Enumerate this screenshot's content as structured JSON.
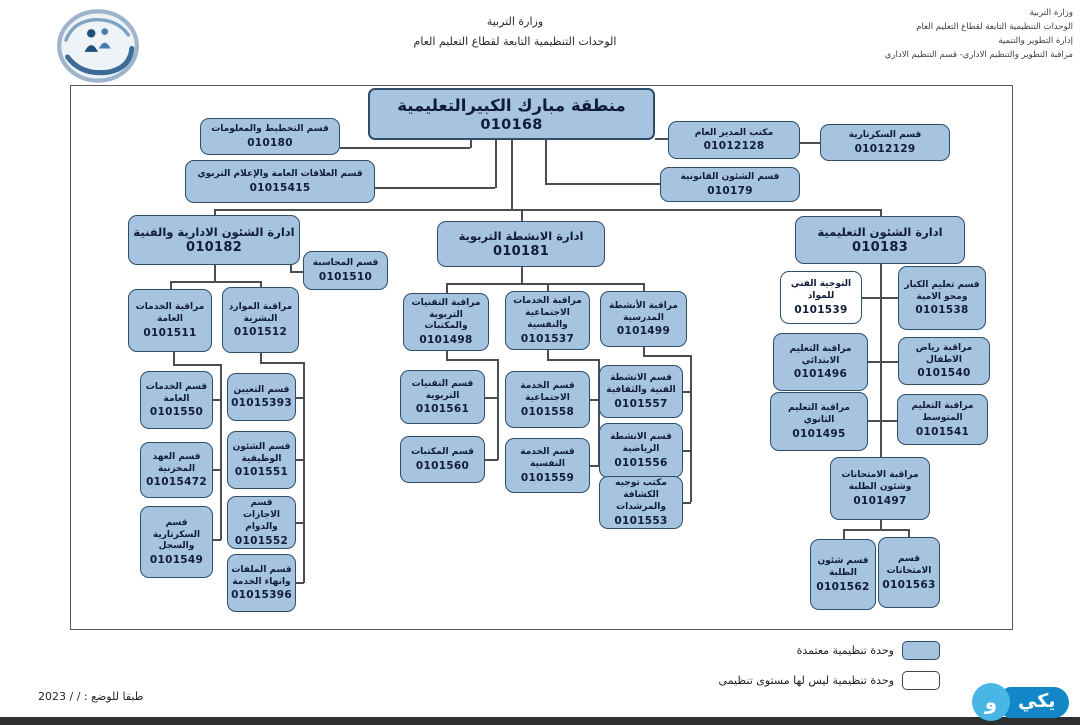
{
  "header": {
    "center": [
      "وزارة التربية",
      "الوحدات التنظيمية التابعة لقطاع التعليم العام"
    ],
    "right": [
      "وزارة التربية",
      "الوحدات التنظيمية التابعة لقطاع التعليم العام",
      "إدارة التطوير والتنمية",
      "مراقبة التطوير والتنظيم الاداري- قسم التنظيم الاداري"
    ]
  },
  "nodes": {
    "root": {
      "label": "منطقة مبارك الكبيرالتعليمية",
      "code": "010168"
    },
    "planning": {
      "label": "قسم التخطيط والمعلومات",
      "code": "010180"
    },
    "relations": {
      "label": "قسم العلاقات العامة والإعلام التربوي",
      "code": "01015415"
    },
    "director": {
      "label": "مكتب المدير العام",
      "code": "01012128"
    },
    "secretariat": {
      "label": "قسم السكرتارية",
      "code": "01012129"
    },
    "legal": {
      "label": "قسم الشئون القانونية",
      "code": "010179"
    },
    "admin_dept": {
      "label": "ادارة الشئون الادارية والفنية",
      "code": "010182"
    },
    "accounting": {
      "label": "قسم المحاسبة",
      "code": "0101510"
    },
    "services_ctrl": {
      "label": "مراقبة الخدمات العامة",
      "code": "0101511"
    },
    "hr_ctrl": {
      "label": "مراقبة الموارد البشرية",
      "code": "0101512"
    },
    "gen_services": {
      "label": "قسم الخدمات العامة",
      "code": "0101550"
    },
    "warehouse": {
      "label": "قسم العهد المخزنية",
      "code": "01015472"
    },
    "secretary_reg": {
      "label": "قسم السكرتارية والسجل",
      "code": "0101549"
    },
    "hiring": {
      "label": "قسم التعيين",
      "code": "01015393"
    },
    "job_affairs": {
      "label": "قسم الشئون الوظيفية",
      "code": "0101551"
    },
    "leaves": {
      "label": "قسم الاجازات والدوام",
      "code": "0101552"
    },
    "files": {
      "label": "قسم الملفات وانهاء الخدمة",
      "code": "01015396"
    },
    "activities_dept": {
      "label": "ادارة الانشطة التربوية",
      "code": "010181"
    },
    "tech_ctrl": {
      "label": "مراقبة التقنيات التربوية والمكتبات",
      "code": "0101498"
    },
    "social_ctrl": {
      "label": "مراقبة الخدمات الاجتماعية والنفسية",
      "code": "0101537"
    },
    "school_act_ctrl": {
      "label": "مراقبة الأنشطة المدرسية",
      "code": "0101499"
    },
    "edu_tech": {
      "label": "قسم التقنيات التربوية",
      "code": "0101561"
    },
    "libraries": {
      "label": "قسم المكتبات",
      "code": "0101560"
    },
    "social_service": {
      "label": "قسم الخدمة الاجتماعية",
      "code": "0101558"
    },
    "psych_service": {
      "label": "قسم الخدمة النفسية",
      "code": "0101559"
    },
    "art_act": {
      "label": "قسم الانشطة الفنية والثقافية",
      "code": "0101557"
    },
    "sports_act": {
      "label": "قسم الانشطة الرياضية",
      "code": "0101556"
    },
    "scouts": {
      "label": "مكتب توجيه الكشافة والمرشدات",
      "code": "0101553"
    },
    "edu_dept": {
      "label": "ادارة الشئون التعليمية",
      "code": "010183"
    },
    "tech_guidance": {
      "label": "التوجية الفني للمواد",
      "code": "0101539"
    },
    "adult_edu": {
      "label": "قسم تعليم الكبار ومحو الامية",
      "code": "0101538"
    },
    "primary_ctrl": {
      "label": "مراقبة التعليم الابتدائي",
      "code": "0101496"
    },
    "kindergarten": {
      "label": "مراقبة رياض الاطفال",
      "code": "0101540"
    },
    "secondary_ctrl": {
      "label": "مراقبة التعليم الثانوي",
      "code": "0101495"
    },
    "middle_ctrl": {
      "label": "مراقبة التعليم المتوسط",
      "code": "0101541"
    },
    "exams_ctrl": {
      "label": "مراقبة الامتحانات وشئون الطلبة",
      "code": "0101497"
    },
    "student_affairs": {
      "label": "قسم شئون الطلبة",
      "code": "0101562"
    },
    "exams": {
      "label": "قسم الامتحانات",
      "code": "0101563"
    }
  },
  "legend": {
    "approved": "وحدة تنظيمية معتمدة",
    "no_level": "وحدة تنظيمية ليس لها مستوى تنظيمى"
  },
  "footer": {
    "dated": "طبقا للوضع :      /     / 2023"
  },
  "watermark": {
    "circle": "و",
    "text": "يكي"
  },
  "colors": {
    "box_fill": "#a6c3e0",
    "box_border": "#2e4d6b",
    "line": "#4a4e52"
  }
}
